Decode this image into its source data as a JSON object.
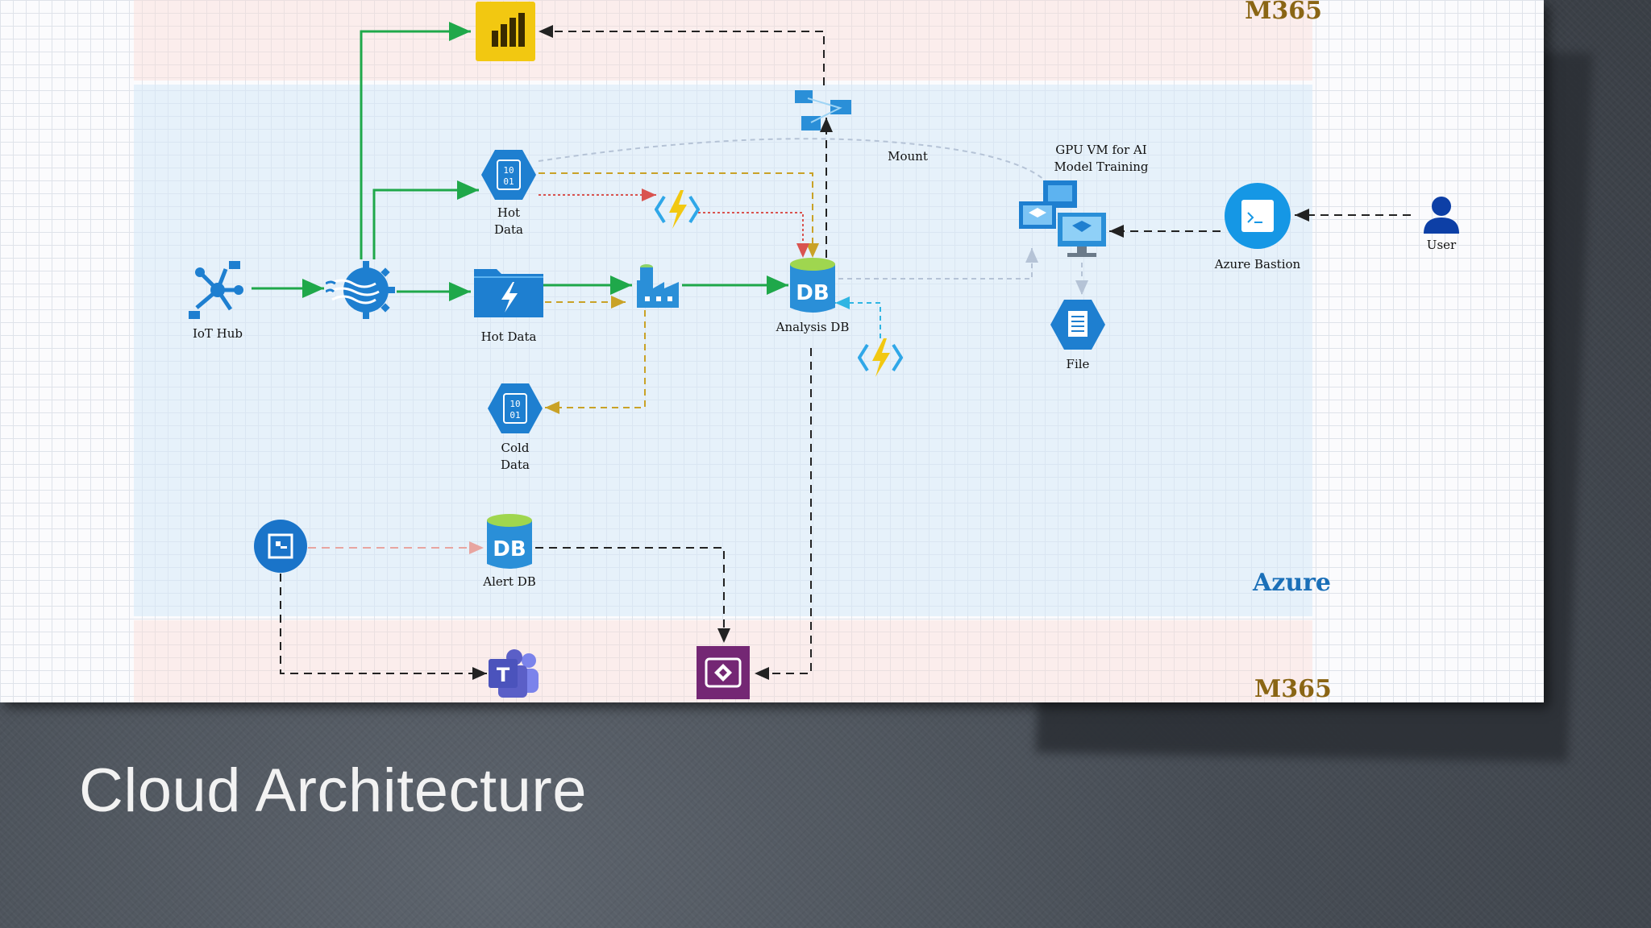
{
  "slide": {
    "title": "Cloud Architecture"
  },
  "zones": {
    "m365_top": "M365",
    "azure": "Azure",
    "m365_bottom": "M365"
  },
  "nodes": {
    "iot_hub": "IoT Hub",
    "hot_data_blob": "Hot\nData",
    "hot_data_folder": "Hot Data",
    "cold_data": "Cold\nData",
    "analysis_db": "Analysis DB",
    "alert_db": "Alert DB",
    "gpu_vm": "GPU VM for AI\nModel Training",
    "azure_bastion": "Azure Bastion",
    "user": "User",
    "file": "File",
    "mount": "Mount"
  },
  "colors": {
    "green_flow": "#1fa84a",
    "gold_dashed": "#c9a227",
    "red_dotted": "#d9534f",
    "cyan_dashed": "#2fb5e3",
    "black_dashed": "#222222",
    "azure_blue": "#1e7fd0",
    "powerbi_yellow": "#f2c811",
    "teams_purple": "#5b5fc7",
    "powerapps_purple": "#742774"
  },
  "icons": [
    "power-bi-icon",
    "event-grid-icon",
    "blob-hot-icon",
    "function-icon",
    "iot-hub-icon",
    "stream-analytics-icon",
    "data-lake-icon",
    "data-factory-icon",
    "sql-db-icon",
    "function-icon",
    "blob-cold-icon",
    "vm-icon",
    "bastion-icon",
    "user-icon",
    "file-icon",
    "logic-icon",
    "teams-icon",
    "power-apps-icon"
  ]
}
